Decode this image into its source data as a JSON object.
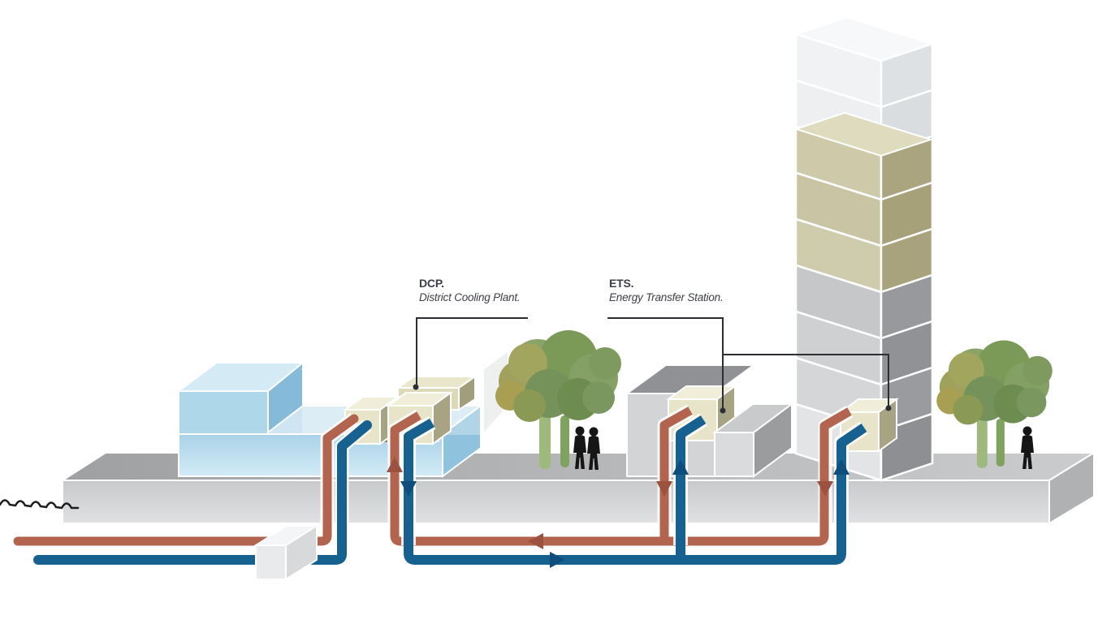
{
  "diagram": {
    "labels": {
      "dcp": {
        "abbr": "DCP.",
        "full": "District Cooling Plant."
      },
      "ets": {
        "abbr": "ETS.",
        "full": "Energy Transfer Station."
      }
    },
    "pipes": {
      "warm_return": {
        "color": "#b2644e",
        "main_flow_direction": "left"
      },
      "chilled_supply": {
        "color": "#16618f",
        "main_flow_direction": "right"
      }
    }
  },
  "colors": {
    "pipe-warm": "#b2644e",
    "pipe-warm-dark": "#9d5240",
    "pipe-chilled": "#16618f",
    "pipe-chilled-dark": "#0d4e7e",
    "building-blue-front": "#aed7ea",
    "building-blue-top": "#d4eaf5",
    "building-blue-side": "#8fc3dd",
    "equipment-front": "#e8e4c9",
    "equipment-top": "#f0edd8",
    "equipment-side": "#a8a383",
    "tower-khaki-left": "#ccc8a8",
    "tower-khaki-right": "#a9a47e",
    "platform-top": "#a9aaac",
    "platform-front": "#d2d3d5",
    "platform-side": "#b0b1b3",
    "tree-green": "#7c9a57",
    "tree-olive": "#a89f52",
    "trunk-green": "#9db97c",
    "silhouette": "#161616",
    "leader-line": "#2b2e33",
    "label-text": "#3c4046"
  }
}
